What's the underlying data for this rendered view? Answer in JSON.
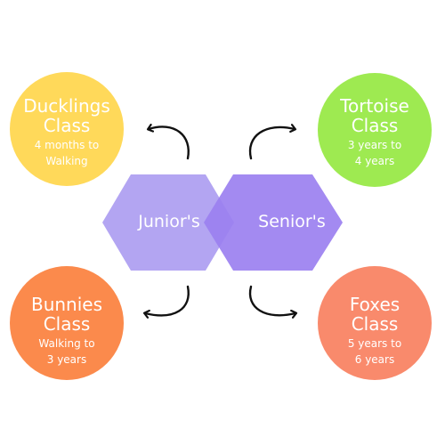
{
  "hexagons": [
    {
      "label": "Junior's",
      "color": "#b3a5f2"
    },
    {
      "label": "Senior's",
      "color": "#9b80f0"
    }
  ],
  "classes": [
    {
      "title_line1": "Ducklings",
      "title_line2": "Class",
      "age_line1": "4 months to",
      "age_line2": "Walking",
      "color": "#ffd95a"
    },
    {
      "title_line1": "Tortoise",
      "title_line2": "Class",
      "age_line1": "3 years to",
      "age_line2": "4 years",
      "color": "#9eea51"
    },
    {
      "title_line1": "Bunnies",
      "title_line2": "Class",
      "age_line1": "Walking to",
      "age_line2": "3 years",
      "color": "#fb8a4c"
    },
    {
      "title_line1": "Foxes",
      "title_line2": "Class",
      "age_line1": "5 years to",
      "age_line2": "6 years",
      "color": "#f98a6c"
    }
  ],
  "arrow_color": "#111111"
}
